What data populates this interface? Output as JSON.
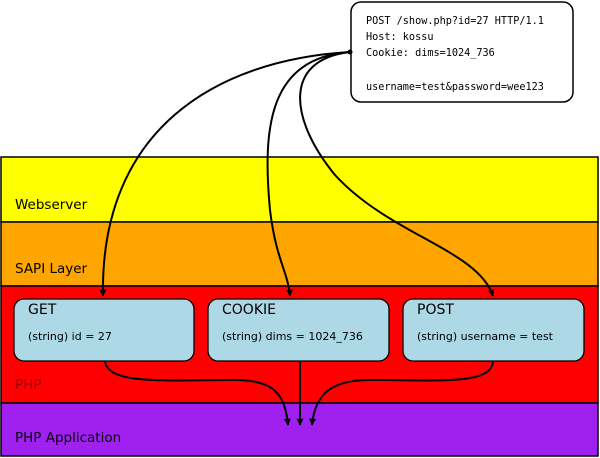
{
  "request": {
    "lines": [
      "POST /show.php?id=27 HTTP/1.1",
      "Host: kossu",
      "Cookie: dims=1024_736",
      "",
      "username=test&password=wee123"
    ]
  },
  "layers": {
    "webserver": {
      "label": "Webserver",
      "color": "#ffff00"
    },
    "sapi": {
      "label": "SAPI Layer",
      "color": "#ffa500"
    },
    "php": {
      "label": "PHP",
      "color": "#ff0000",
      "label_color": "#a00000"
    },
    "application": {
      "label": "PHP Application",
      "color": "#a020f0"
    }
  },
  "boxes": {
    "get": {
      "title": "GET",
      "value": "(string) id = 27"
    },
    "cookie": {
      "title": "COOKIE",
      "value": "(string) dims = 1024_736"
    },
    "post": {
      "title": "POST",
      "value": "(string) username = test"
    },
    "fill_color": "#add8e6"
  }
}
